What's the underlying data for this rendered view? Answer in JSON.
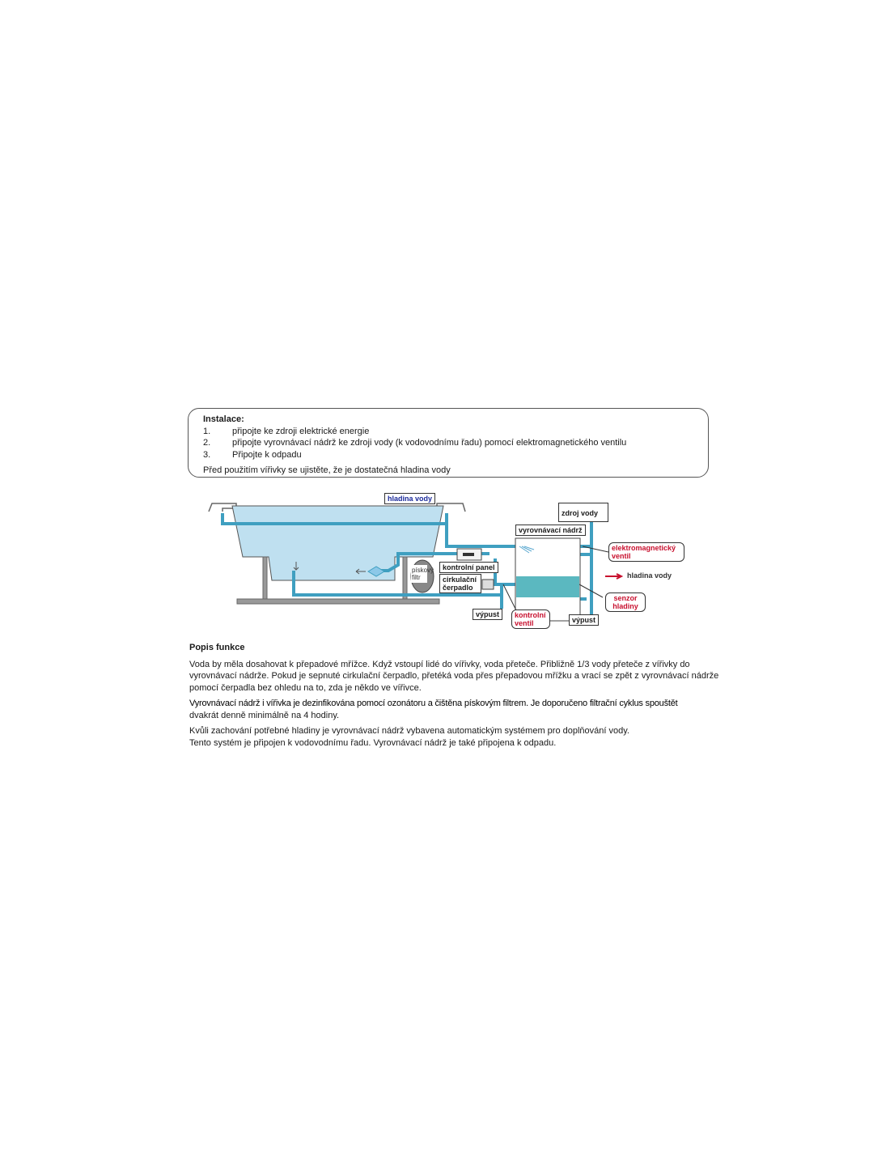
{
  "installation": {
    "title": "Instalace:",
    "steps": [
      {
        "num": "1.",
        "text": "připojte ke zdroji elektrické energie"
      },
      {
        "num": "2.",
        "text": "připojte vyrovnávací nádrž ke zdroji vody (k vodovodnímu řadu) pomocí elektromagnetického ventilu"
      },
      {
        "num": "3.",
        "text": "Připojte k odpadu"
      }
    ],
    "note": "Před použitím vířivky se ujistěte, že je dostatečná hladina vody"
  },
  "diagram": {
    "water_level_top": "hladina vody",
    "water_source": "zdroj vody",
    "balance_tank": "vyrovnávací nádrž",
    "solenoid_valve": "elektromagnetický ventil",
    "water_level_right": "hladina vody",
    "level_sensor": "senzor hladiny",
    "drain_right": "výpust",
    "check_valve": "kontrolní ventil",
    "drain_left": "výpust",
    "control_panel": "kontrolní panel",
    "circulation_pump": "cirkulační čerpadlo",
    "sand_filter": "pískový filtr",
    "colors": {
      "water": "#bfe0f0",
      "pipe": "#3f9fc0",
      "tank_water": "#5bb8c0",
      "red": "#c8102e",
      "blue": "#1b2a9a"
    }
  },
  "description": {
    "title": "Popis funkce",
    "p1": "Voda by měla dosahovat k přepadové mřížce. Když vstoupí lidé do vířivky, voda přeteče. Přibližně 1/3 vody přeteče z vířivky do vyrovnávací nádrže. Pokud je sepnuté cirkulační čerpadlo, přetéká voda přes přepadovou mřížku a vrací se zpět z vyrovnávací nádrže pomocí čerpadla bez ohledu na to, zda je někdo ve vířivce.",
    "p2_bold": "Vyrovnávací nádrž i vířivka je dezinfikována pomocí ozonátoru a čištěna pískovým filtrem. Je doporučeno filtrační cyklus spouštět",
    "p2_rest": "dvakrát denně minimálně na 4 hodiny.",
    "p3_line1": "Kvůli zachování potřebné hladiny je vyrovnávací nádrž vybavena automatickým systémem pro doplňování vody.",
    "p3_line2": "Tento systém je připojen k vodovodnímu řadu. Vyrovnávací nádrž je také připojena k odpadu."
  }
}
